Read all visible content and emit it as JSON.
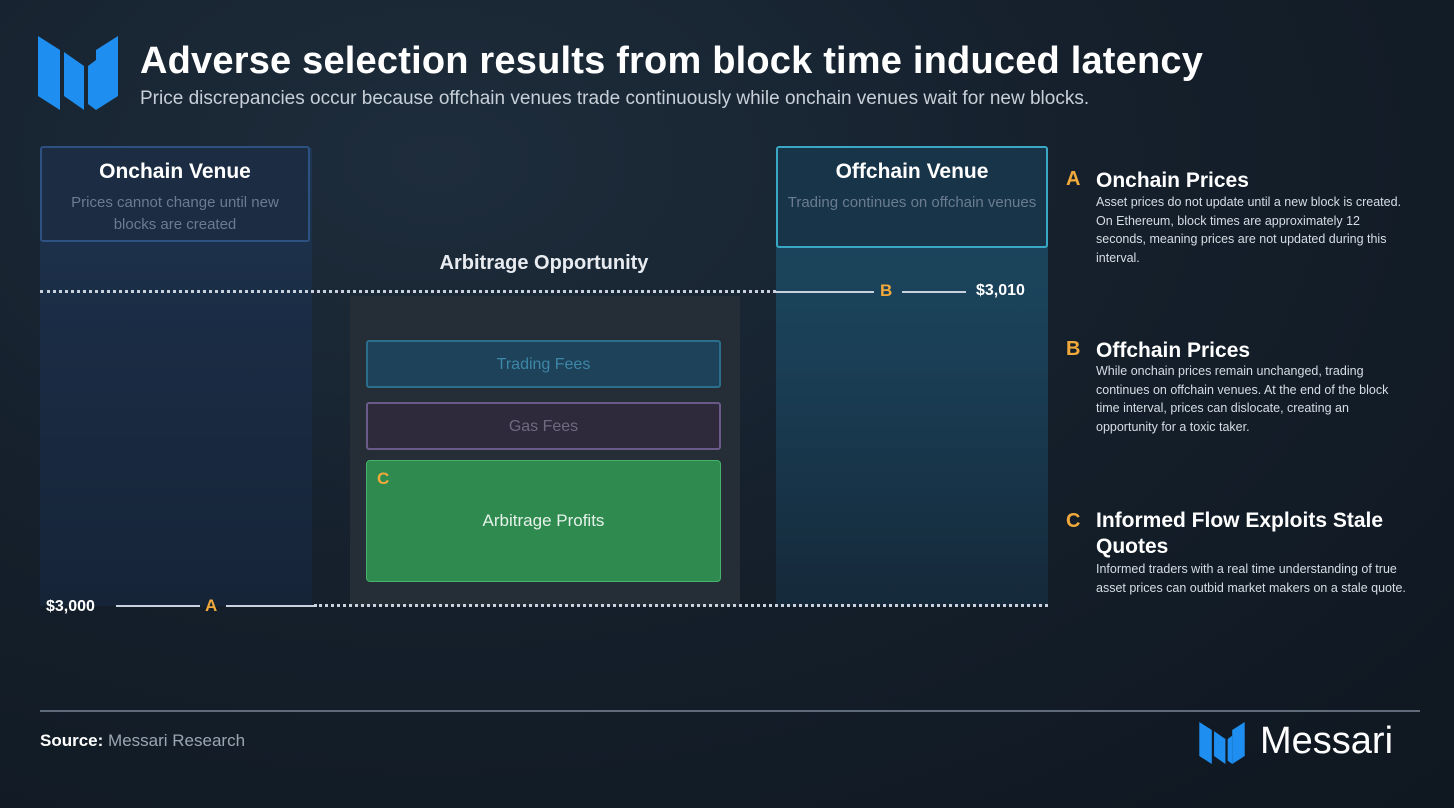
{
  "header": {
    "title": "Adverse selection results from block time induced latency",
    "subtitle": "Price discrepancies occur because offchain venues trade continuously while onchain venues wait for new blocks."
  },
  "diagram": {
    "onchain_venue": {
      "title": "Onchain Venue",
      "description": "Prices cannot change until new blocks are created"
    },
    "offchain_venue": {
      "title": "Offchain Venue",
      "description": "Trading continues on offchain venues"
    },
    "arbitrage": {
      "title": "Arbitrage Opportunity",
      "trading_fees": "Trading Fees",
      "gas_fees": "Gas Fees",
      "profit_marker": "C",
      "profit_label": "Arbitrage Profits"
    },
    "price_onchain": {
      "value": "$3,000",
      "marker": "A"
    },
    "price_offchain": {
      "value": "$3,010",
      "marker": "B"
    }
  },
  "legend": [
    {
      "letter": "A",
      "title": "Onchain Prices",
      "body": "Asset prices do not update until a new block is created. On Ethereum, block times are approximately 12 seconds, meaning prices are not updated during this interval."
    },
    {
      "letter": "B",
      "title": "Offchain Prices",
      "body": "While onchain prices remain unchanged, trading continues on offchain venues. At the end of the block time interval, prices can dislocate, creating an opportunity for a toxic taker."
    },
    {
      "letter": "C",
      "title": "Informed Flow Exploits Stale Quotes",
      "body": "Informed traders with a real time understanding of true asset prices can outbid market makers on a stale quote."
    }
  ],
  "footer": {
    "source_label": "Source:",
    "source_value": "Messari Research",
    "brand": "Messari"
  },
  "colors": {
    "accent_orange": "#f0a93a",
    "brand_blue": "#1e8ff0",
    "profit_green": "#2e8a4e"
  }
}
